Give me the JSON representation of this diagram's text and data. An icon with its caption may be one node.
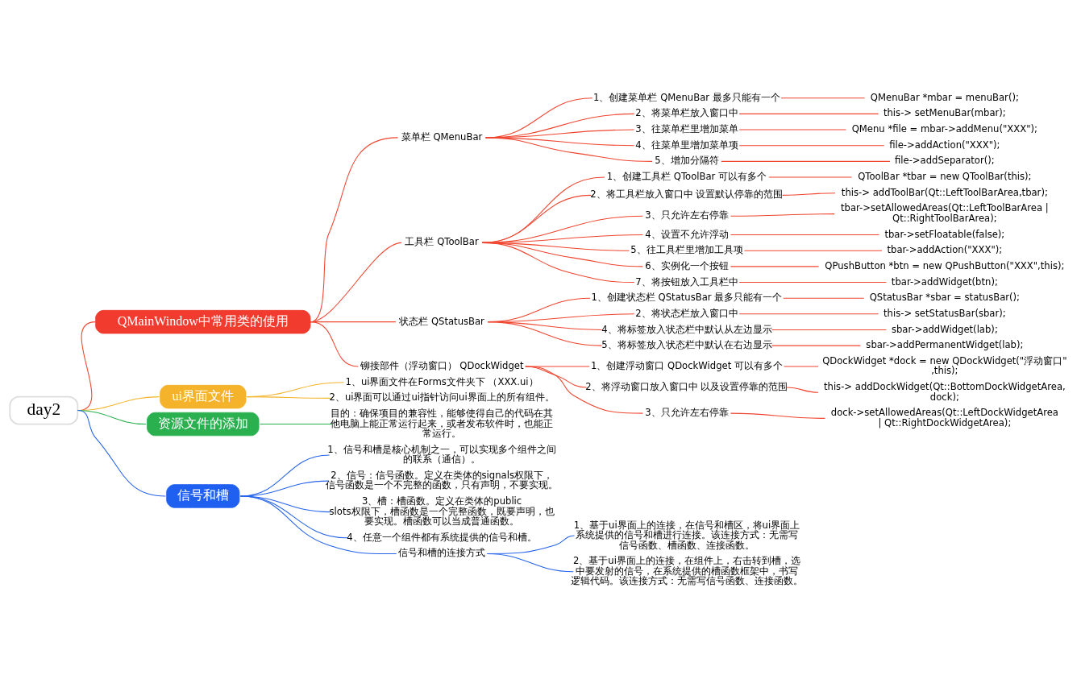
{
  "diagram": {
    "nodes": [
      {
        "text": [
          "day2"
        ]
      },
      {
        "text": [
          "QMainWindow中常用类的使用"
        ]
      },
      {
        "text": [
          "菜单栏 QMenuBar"
        ]
      },
      {
        "text": [
          "1、创建菜单栏 QMenuBar 最多只能有一个"
        ]
      },
      {
        "text": [
          "QMenuBar *mbar = menuBar();"
        ]
      },
      {
        "text": [
          "2、将菜单栏放入窗口中"
        ]
      },
      {
        "text": [
          "this-> setMenuBar(mbar);"
        ]
      },
      {
        "text": [
          "3、往菜单栏里增加菜单"
        ]
      },
      {
        "text": [
          "QMenu *file = mbar->addMenu(\"XXX\");"
        ]
      },
      {
        "text": [
          "4、往菜单里增加菜单项"
        ]
      },
      {
        "text": [
          "file->addAction(\"XXX\");"
        ]
      },
      {
        "text": [
          "5、增加分隔符"
        ]
      },
      {
        "text": [
          "file->addSeparator();"
        ]
      },
      {
        "text": [
          "工具栏 QToolBar"
        ]
      },
      {
        "text": [
          "1、创建工具栏 QToolBar 可以有多个"
        ]
      },
      {
        "text": [
          "QToolBar *tbar = new QToolBar(this);"
        ]
      },
      {
        "text": [
          "2、将工具栏放入窗口中 设置默认停靠的范围"
        ]
      },
      {
        "text": [
          "this-> addToolBar(Qt::LeftToolBarArea,tbar);"
        ]
      },
      {
        "text": [
          "3、只允许左右停靠"
        ]
      },
      {
        "text": [
          "tbar->setAllowedAreas(Qt::LeftToolBarArea | Qt::RightToolBarArea);"
        ]
      },
      {
        "text": [
          "4、设置不允许浮动"
        ]
      },
      {
        "text": [
          "tbar->setFloatable(false);"
        ]
      },
      {
        "text": [
          "5、往工具栏里增加工具项"
        ]
      },
      {
        "text": [
          "tbar->addAction(\"XXX\");"
        ]
      },
      {
        "text": [
          "6、实例化一个按钮"
        ]
      },
      {
        "text": [
          "QPushButton *btn = new QPushButton(\"XXX\",this);"
        ]
      },
      {
        "text": [
          "7、将按钮放入工具栏中"
        ]
      },
      {
        "text": [
          "tbar->addWidget(btn);"
        ]
      },
      {
        "text": [
          "状态栏 QStatusBar"
        ]
      },
      {
        "text": [
          "1、创建状态栏 QStatusBar 最多只能有一个"
        ]
      },
      {
        "text": [
          "QStatusBar *sbar = statusBar();"
        ]
      },
      {
        "text": [
          "2、将状态栏放入窗口中"
        ]
      },
      {
        "text": [
          "this-> setStatusBar(sbar);"
        ]
      },
      {
        "text": [
          "4、将标签放入状态栏中默认从左边显示"
        ]
      },
      {
        "text": [
          "sbar->addWidget(lab);"
        ]
      },
      {
        "text": [
          "5、将标签放入状态栏中默认在右边显示"
        ]
      },
      {
        "text": [
          "sbar->addPermanentWidget(lab);"
        ]
      },
      {
        "text": [
          "铆接部件（浮动窗口） QDockWidget"
        ]
      },
      {
        "text": [
          "1、创建浮动窗口 QDockWidget 可以有多个"
        ]
      },
      {
        "text": [
          "QDockWidget *dock = new QDockWidget(\"浮动窗口\",this);"
        ]
      },
      {
        "text": [
          "2、将浮动窗口放入窗口中 以及设置停靠的范围"
        ]
      },
      {
        "text": [
          "this-> addDockWidget(Qt::BottomDockWidgetArea,dock);"
        ]
      },
      {
        "text": [
          "3、只允许左右停靠"
        ]
      },
      {
        "text": [
          "dock->setAllowedAreas(Qt::LeftDockWidgetArea | Qt::RightDockWidgetArea);"
        ]
      },
      {
        "text": [
          "ui界面文件"
        ]
      },
      {
        "text": [
          "1、ui界面文件在Forms文件夹下 （XXX.ui）"
        ]
      },
      {
        "text": [
          "2、ui界面可以通过ui指针访问ui界面上的所有组件。"
        ]
      },
      {
        "text": [
          "资源文件的添加"
        ]
      },
      {
        "text": [
          "目的：确保项目的兼容性，能够使得自己的代码在其他电脑上能正常运行起来，或者发布软件时，也能正常运行。"
        ]
      },
      {
        "text": [
          "信号和槽"
        ]
      },
      {
        "text": [
          "1、信号和槽是核心机制之一，可以实现多个组件之间的联系（通信）。"
        ]
      },
      {
        "text": [
          "2、信号：信号函数。定义在类体的signals权限下，信号函数是一个不完整的函数，只有声明，不要实现。"
        ]
      },
      {
        "text": [
          "3、槽：槽函数。定义在类体的public slots权限下，槽函数是一个完整函数，既要声明，也要实现。槽函数可以当成普通函数。"
        ]
      },
      {
        "text": [
          "4、任意一个组件都有系统提供的信号和槽。"
        ]
      },
      {
        "text": [
          "信号和槽的连接方式"
        ]
      },
      {
        "text": [
          "1、基于ui界面上的连接，在信号和槽区，将ui界面上系统提供的信号和槽进行连接。该连接方式：无需写信号函数、槽函数、连接函数。"
        ]
      },
      {
        "text": [
          "2、基于ui界面上的连接，在组件上，右击转到槽，选中要发射的信号，在系统提供的槽函数框架中，书写逻辑代码。该连接方式：无需写信号函数、连接函数。"
        ]
      }
    ],
    "edges": [
      {
        "from": 0,
        "to": 1,
        "arrow": "none"
      },
      {
        "from": 1,
        "to": 2,
        "arrow": "none"
      },
      {
        "from": 2,
        "to": 3,
        "arrow": "none"
      },
      {
        "from": 3,
        "to": 4,
        "arrow": "none"
      },
      {
        "from": 2,
        "to": 5,
        "arrow": "none"
      },
      {
        "from": 5,
        "to": 6,
        "arrow": "none"
      },
      {
        "from": 2,
        "to": 7,
        "arrow": "none"
      },
      {
        "from": 7,
        "to": 8,
        "arrow": "none"
      },
      {
        "from": 2,
        "to": 9,
        "arrow": "none"
      },
      {
        "from": 9,
        "to": 10,
        "arrow": "none"
      },
      {
        "from": 2,
        "to": 11,
        "arrow": "none"
      },
      {
        "from": 11,
        "to": 12,
        "arrow": "none"
      },
      {
        "from": 1,
        "to": 13,
        "arrow": "none"
      },
      {
        "from": 13,
        "to": 14,
        "arrow": "none"
      },
      {
        "from": 14,
        "to": 15,
        "arrow": "none"
      },
      {
        "from": 13,
        "to": 16,
        "arrow": "none"
      },
      {
        "from": 16,
        "to": 17,
        "arrow": "none"
      },
      {
        "from": 13,
        "to": 18,
        "arrow": "none"
      },
      {
        "from": 18,
        "to": 19,
        "arrow": "none"
      },
      {
        "from": 13,
        "to": 20,
        "arrow": "none"
      },
      {
        "from": 20,
        "to": 21,
        "arrow": "none"
      },
      {
        "from": 13,
        "to": 22,
        "arrow": "none"
      },
      {
        "from": 22,
        "to": 23,
        "arrow": "none"
      },
      {
        "from": 13,
        "to": 24,
        "arrow": "none"
      },
      {
        "from": 24,
        "to": 25,
        "arrow": "none"
      },
      {
        "from": 13,
        "to": 26,
        "arrow": "none"
      },
      {
        "from": 26,
        "to": 27,
        "arrow": "none"
      },
      {
        "from": 1,
        "to": 28,
        "arrow": "none"
      },
      {
        "from": 28,
        "to": 29,
        "arrow": "none"
      },
      {
        "from": 29,
        "to": 30,
        "arrow": "none"
      },
      {
        "from": 28,
        "to": 31,
        "arrow": "none"
      },
      {
        "from": 31,
        "to": 32,
        "arrow": "none"
      },
      {
        "from": 28,
        "to": 33,
        "arrow": "none"
      },
      {
        "from": 33,
        "to": 34,
        "arrow": "none"
      },
      {
        "from": 28,
        "to": 35,
        "arrow": "none"
      },
      {
        "from": 35,
        "to": 36,
        "arrow": "none"
      },
      {
        "from": 1,
        "to": 37,
        "arrow": "none"
      },
      {
        "from": 37,
        "to": 38,
        "arrow": "none"
      },
      {
        "from": 38,
        "to": 39,
        "arrow": "none"
      },
      {
        "from": 37,
        "to": 40,
        "arrow": "none"
      },
      {
        "from": 40,
        "to": 41,
        "arrow": "none"
      },
      {
        "from": 37,
        "to": 42,
        "arrow": "none"
      },
      {
        "from": 42,
        "to": 43,
        "arrow": "none"
      },
      {
        "from": 0,
        "to": 44,
        "arrow": "none",
        "color": "#f5b32b"
      },
      {
        "from": 44,
        "to": 45,
        "arrow": "none",
        "color": "#f5b32b"
      },
      {
        "from": 44,
        "to": 46,
        "arrow": "none",
        "color": "#f5b32b"
      },
      {
        "from": 0,
        "to": 47,
        "arrow": "none",
        "color": "#2bb04f"
      },
      {
        "from": 47,
        "to": 48,
        "arrow": "none",
        "color": "#2bb04f"
      },
      {
        "from": 0,
        "to": 49,
        "arrow": "none",
        "color": "#2563eb"
      },
      {
        "from": 49,
        "to": 50,
        "arrow": "none",
        "color": "#2563eb"
      },
      {
        "from": 49,
        "to": 51,
        "arrow": "none",
        "color": "#2563eb"
      },
      {
        "from": 49,
        "to": 52,
        "arrow": "none",
        "color": "#2563eb"
      },
      {
        "from": 49,
        "to": 53,
        "arrow": "none",
        "color": "#2563eb"
      },
      {
        "from": 49,
        "to": 54,
        "arrow": "none",
        "color": "#2563eb"
      },
      {
        "from": 54,
        "to": 55,
        "arrow": "none",
        "color": "#2563eb"
      },
      {
        "from": 54,
        "to": 56,
        "arrow": "none",
        "color": "#2563eb"
      }
    ]
  }
}
